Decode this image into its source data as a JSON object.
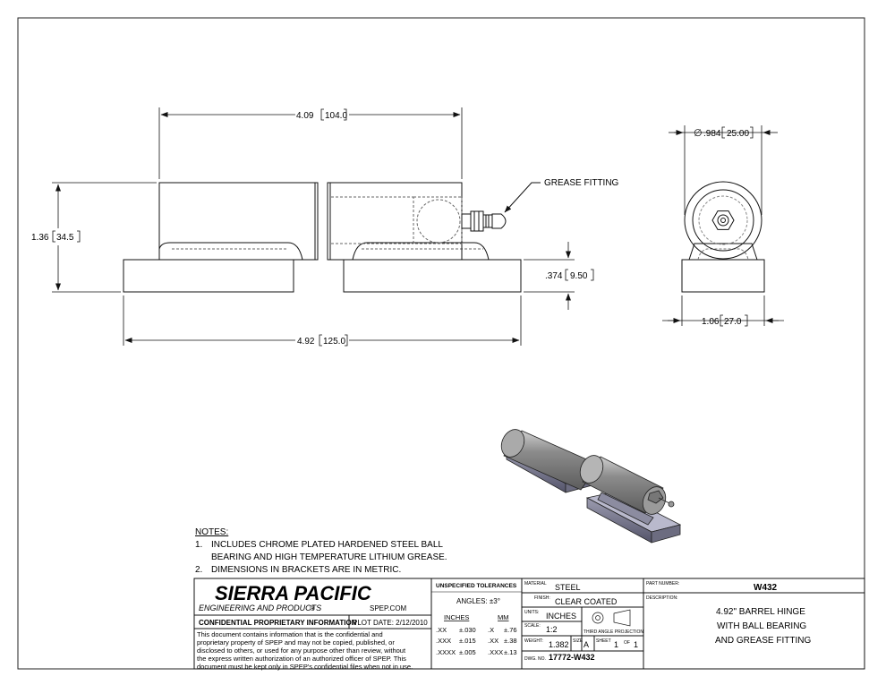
{
  "dimensions": {
    "overall_length_top": "4.09",
    "overall_length_top_mm": "104.0",
    "height": "1.36",
    "height_mm": "34.5",
    "base_thickness": ".374",
    "base_thickness_mm": "9.50",
    "base_length": "4.92",
    "base_length_mm": "125.0",
    "diameter_symbol": "∅",
    "diameter": ".984",
    "diameter_mm": "25.00",
    "end_width": "1.06",
    "end_width_mm": "27.0"
  },
  "callouts": {
    "grease_fitting": "GREASE FITTING"
  },
  "notes": {
    "heading": "NOTES:",
    "items": [
      {
        "num": "1.",
        "line1": "INCLUDES CHROME PLATED HARDENED STEEL BALL",
        "line2": "BEARING AND HIGH TEMPERATURE LITHIUM GREASE."
      },
      {
        "num": "2.",
        "line1": "DIMENSIONS IN BRACKETS ARE IN METRIC.",
        "line2": ""
      }
    ]
  },
  "title_block": {
    "company": "SIERRA PACIFIC",
    "company_sub": "ENGINEERING AND PRODUCTS",
    "reg_mark": "®",
    "website": "SPEP.COM",
    "confidential_label": "CONFIDENTIAL PROPRIETARY INFORMATION",
    "plot_date": "PLOT DATE: 2/12/2010",
    "disclaimer": [
      "This document contains information that is the confidential and",
      "proprietary property of SPEP and may not be copied, published, or",
      "disclosed to others, or used for any purpose  other than review, without",
      "the express written authorization of an authorized officer of SPEP. This",
      "document must be kept only in SPEP's confidential files when not in use."
    ],
    "tolerances_heading": "UNSPECIFIED TOLERANCES",
    "angles": "ANGLES: ±3°",
    "inches_heading": "INCHES",
    "mm_heading": "MM",
    "tol_rows": [
      {
        "in_fmt": ".XX",
        "in_tol": "±.030",
        "mm_fmt": ".X",
        "mm_tol": "±.76"
      },
      {
        "in_fmt": ".XXX",
        "in_tol": "±.015",
        "mm_fmt": ".XX",
        "mm_tol": "±.38"
      },
      {
        "in_fmt": ".XXXX",
        "in_tol": "±.005",
        "mm_fmt": ".XXX",
        "mm_tol": "±.13"
      }
    ],
    "material_label": "MATERIAL",
    "material": "STEEL",
    "finish_label": "FINISH:",
    "finish": "CLEAR COATED",
    "units_label": "UNITS:",
    "units": "INCHES",
    "scale_label": "SCALE:",
    "scale": "1:2",
    "projection_label": "THIRD ANGLE PROJECTION",
    "weight_label": "WEIGHT:",
    "weight": "1.382",
    "size_label": "SIZE",
    "size": "A",
    "sheet_label": "SHEET",
    "sheet": "1",
    "of_label": "OF",
    "of": "1",
    "dwg_label": "DWG. NO.",
    "dwg_no": "17772-W432",
    "part_label": "PART NUMBER:",
    "part_number": "W432",
    "description_label": "DESCRIPTION:",
    "description": [
      "4.92\" BARREL HINGE",
      "WITH BALL BEARING",
      "AND GREASE FITTING"
    ]
  }
}
